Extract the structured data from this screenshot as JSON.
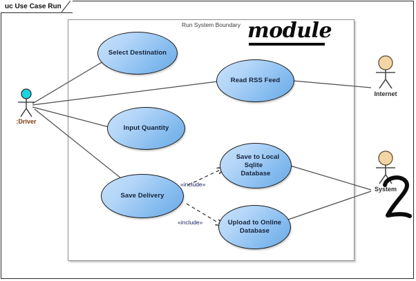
{
  "diagram": {
    "tab_label": "uc Use Case Run",
    "boundary_label": "Run System Boundary",
    "type": "uml-use-case-diagram"
  },
  "usecases": [
    {
      "id": "select-destination",
      "label": "Select Destination"
    },
    {
      "id": "read-rss-feed",
      "label": "Read RSS Feed"
    },
    {
      "id": "input-quantity",
      "label": "Input Quantity"
    },
    {
      "id": "save-delivery",
      "label": "Save Delivery"
    },
    {
      "id": "save-local-sqlite",
      "line1": "Save to Local  Sqlite",
      "line2": "Database"
    },
    {
      "id": "upload-online",
      "line1": "Upload to Online",
      "line2": "Database"
    }
  ],
  "actors": [
    {
      "id": "driver",
      "label": ":Driver",
      "head_color": "#19d7e0"
    },
    {
      "id": "internet",
      "label": "Internet",
      "head_color": "#f4d6a6"
    },
    {
      "id": "system",
      "label": "System",
      "head_color": "#f4d6a6"
    }
  ],
  "relations": [
    {
      "id": "include-1",
      "label": "«include»",
      "from": "save-delivery",
      "to": "save-local-sqlite",
      "kind": "include"
    },
    {
      "id": "include-2",
      "label": "«include»",
      "from": "save-delivery",
      "to": "upload-online",
      "kind": "include"
    }
  ],
  "annotations": [
    {
      "id": "module-note",
      "text": "module",
      "style": "italic-underlined"
    },
    {
      "id": "two-note",
      "text": "2",
      "style": "handwritten"
    }
  ],
  "colors": {
    "usecase_fill_light": "#c6e0fb",
    "usecase_fill_dark": "#6aaae4",
    "usecase_stroke": "#1a1a1a",
    "boundary_stroke": "#8d8d8d",
    "frame_stroke": "#2a2a2a",
    "connector": "#4a4a4a",
    "driver_head": "#19d7e0",
    "actor_head": "#f4d6a6",
    "include_text": "#16225c"
  }
}
